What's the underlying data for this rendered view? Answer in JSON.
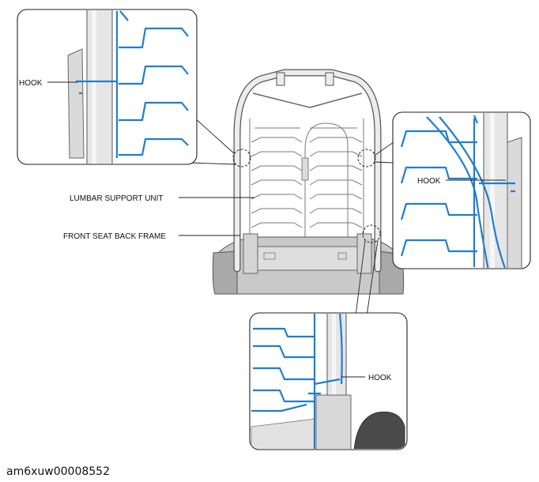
{
  "labels": {
    "hook_top_left": "HOOK",
    "hook_right": "HOOK",
    "hook_bottom": "HOOK",
    "lumbar_support_unit": "LUMBAR SUPPORT UNIT",
    "front_seat_back_frame": "FRONT SEAT BACK FRAME"
  },
  "figure_id": "am6xuw00008552",
  "colors": {
    "wire_highlight": "#1f7ed0",
    "frame_fill": "#e9e9e9",
    "outline": "#222222"
  },
  "icons": [
    "seat-back-frame-illustration",
    "lumbar-support-wire",
    "hook-detail"
  ]
}
